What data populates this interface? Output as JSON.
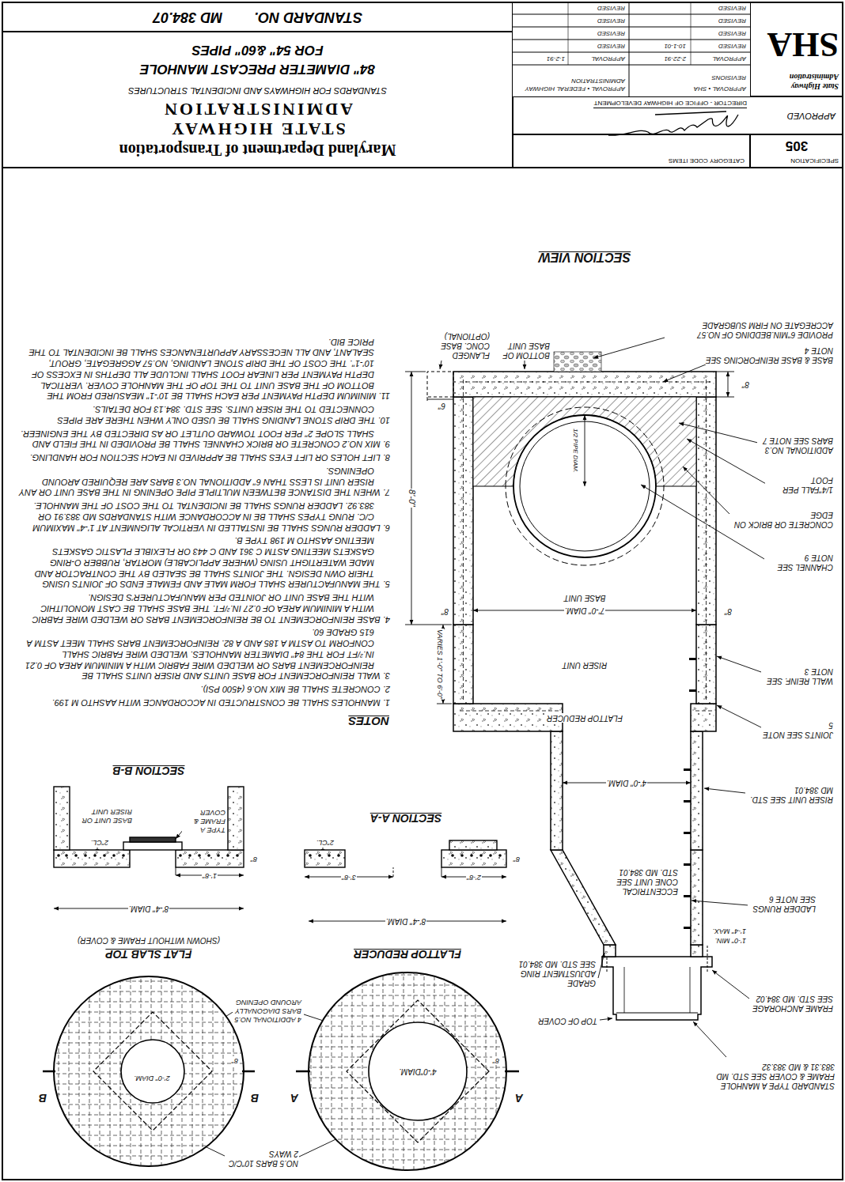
{
  "diagram": {
    "nodes": [
      {
        "text": [
          "SPECIFICATION",
          "305"
        ]
      },
      {
        "text": [
          "CATEGORY CODE ITEMS"
        ]
      },
      {
        "text": [
          "APPROVED",
          "DIRECTOR - OFFICE OF HIGHWAY DEVELOPMENT"
        ]
      },
      {
        "text": [
          "State Highway Administration",
          "SHA"
        ]
      },
      {
        "text": [
          "Maryland Department of Transportation",
          "STATE HIGHWAY ADMINISTRATION",
          "STANDARDS FOR HIGHWAYS AND INCIDENTAL STRUCTURES",
          "84\" DIAMETER PRECAST MANHOLE",
          "FOR 54\" &60\" PIPES"
        ]
      },
      {
        "text": [
          "STANDARD NO.",
          "MD 384.07"
        ]
      }
    ],
    "labels": [
      "STANDARD TYPE A MANHOLE FRAME & COVER SEE STD. MD 383.31 & MD 383.32",
      "TOP OF COVER",
      "FRAME ANCHORAGE SEE STD. MD 384.02",
      "GRADE ADJUSTMENT RING SEE STD. MD 384.01",
      "1'-0\" MIN.",
      "1'-4\" MAX.",
      "LADDER RUNGS SEE NOTE 6",
      "ECCENTRICAL CONE UNIT SEE STD. MD 384.01",
      "4'-0\" DIAM.",
      "RISER UNIT SEE STD. MD 384.01",
      "FLATTOP REDUCER",
      "JOINTS SEE NOTE 5",
      "VARIES 1'-0\" TO 6'-0\"",
      "WALL REINF. SEE NOTE 3",
      "RISER UNIT",
      "8\"",
      "8\"",
      "7'-0\" DIAM.",
      "BASE UNIT",
      "CHANNEL SEE NOTE 9",
      "CONCRETE OR BRICK ON EDGE",
      "1/4\"FALL PER FOOT",
      "1/2 PIPE DIAM.",
      "8'-0\"",
      "ADDITIONAL NO.3 BARS SEE NOTE 7",
      "6\"",
      "8\"",
      "BASE & BASE REINFORCING SEE NOTE 4",
      "PROVIDE 6\"MIN.BEDDING OF NO.57 ACCREGATE ON FIRM SUBGRADE",
      "BOTTOM OF BASE UNIT",
      "FLANGED CONC. BASE (OPTIONAL)",
      "SECTION VIEW",
      "NOTES",
      "1. MANHOLES SHALL BE CONSTRUCTED IN ACCORDANCE WITH AASHTO M 199.",
      "2. CONCRETE SHALL BE MIX NO.6 (4500 PSI).",
      "3. WALL REINFORCEMENT FOR BASE UNITS AND RISER UNITS SHALL BE REINFORCEMENT BARS OR WELDED WIRE FABRIC WITH A MINIMUM AREA OF 0.21 IN.²/FT FOR THE 84\" DIAMETER MANHOLES. WELDED WIRE FABRIC SHALL CONFORM TO ASTM A 185 AND A 82. REINFORCEMENT BARS SHALL MEET ASTM A 615 GRADE 60.",
      "4. BASE REINFORCEMENT TO BE REINFORCEMENT BARS OR WELDED WIRE FABRIC WITH A MINIMUM AREA OF 0.27 IN.²/FT. THE BASE SHALL BE CAST MONOLITHIC WITH THE BASE UNIT OR JOINTED PER MANUFACTURER'S DESIGN.",
      "5. THE MANUFACTURER SHALL FORM MALE AND FEMALE ENDS OF JOINTS USING THEIR OWN DESIGN. THE JOINTS SHALL BE SEALED BY THE CONTRACTOR AND MADE WATERTIGHT USING (WHERE APPLICABLE) MORTAR, RUBBER O-RING GASKETS MEETING ASTM C 361 AND C 443 OR FLEXIBLE PLASTIC GASKETS MEETING AASHTO M 198 TYPE B.",
      "6. LADDER RUNGS SHALL BE INSTALLED IN VERTICAL ALIGNMENT AT 1'-4\" MAXIMUM C/C. RUNG TYPES SHALL BE IN ACCORDANCE WITH STANDARDS MD 383.91 OR 383.92. LADDER RUNGS SHALL BE INCIDENTAL TO THE COST OF THE MANHOLE.",
      "7. WHEN THE DISTANCE BETWEEN MULTIPLE PIPE OPENING IN THE BASE UNIT OR ANY RISER UNIT IS LESS THAN 6\" ADDITIONAL NO.3 BARS ARE REQUIRED AROUND OPENINGS.",
      "8. LIFT HOLES OR LIFT EYES SHALL BE APPRIVED IN EACH SECTION FOR HANDLING.",
      "9. MIX NO.2 CONCRETE OR BRICK CHANNEL SHALL BE PROVIDED IN THE FIELD AND SHALL SLOPE 2\" PER FOOT TOWARD OUTLET OR AS DIRECTED BY THE ENGINEER.",
      "10. THE DRIP STONE LANDING SHALL BE USED ONLY WHEN THERE ARE PIPES CONNECTED TO THE RISER UNITS. SEE STD. 384.13 FOR DETAILS.",
      "11. MINIMUM DEPTH PAYMENT PER EACH SHALL BE 10'-1\" MEASURED FROM THE BOTTOM OF THE BASE UNIT TO THE TOP OF THE MANHOLE COVER. VERTICAL DEPTH PAYMENT PER LINEAR FOOT SHALL INCLUDE ALL DEPTHS IN EXCESS OF 10'-1\". THE COST OF THE DRIP STONE LANDING, NO.57 AGGREGATE, GROUT, SEALANT, AND ALL NECESSARY APPURTENANCES SHALL BE INCIDENTAL TO THE PRICE BID.",
      "4'-0\"DIAM.",
      "8\"",
      "A",
      "A",
      "2'-0\" DIAM.",
      "8\"",
      "B",
      "B",
      "NO.5 BARS 10\"C/C 2 WAYS",
      "4 ADDITIONAL NO.5 BARS DIAGONALLY AROUND OPENING",
      "FLATTOP REDUCER",
      "8'-4\" DIAM.",
      "FLAT SLAB TOP",
      "(SHOWN WITHOUT FRAME & COVER)",
      "8'-4\" DIAM.",
      "2'-8\"",
      "3'-8\"",
      "2\"CL.",
      "8\"",
      "SECTION A-A",
      "1'-8\"",
      "8\"",
      "2\"CL.",
      "TYPE A FRAME & COVER",
      "BASE UNIT OR RISER UNIT",
      "SECTION B-B",
      "APPROVAL • SHA",
      "REVISIONS",
      "APPROVAL • FEDERAL HIGHWAY ADMINISTRATION",
      "APPROVAL",
      "2-22-91",
      "APPROVAL",
      "1-2-91",
      "REVISED",
      "10-1-01",
      "REVISED",
      "REVISED",
      "REVISED",
      "REVISED",
      "REVISED",
      "REVISED",
      "REVISED"
    ]
  }
}
